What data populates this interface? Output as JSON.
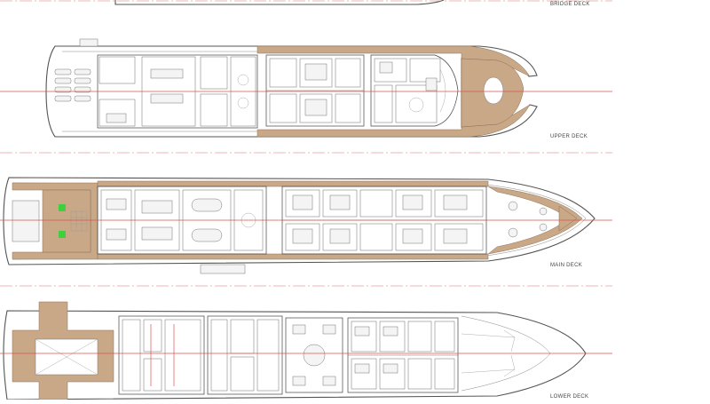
{
  "decks": [
    {
      "id": "bridge",
      "label": "BRIDGE DECK"
    },
    {
      "id": "upper",
      "label": "UPPER DECK"
    },
    {
      "id": "main",
      "label": "MAIN DECK"
    },
    {
      "id": "lower",
      "label": "LOWER DECK"
    }
  ],
  "colors": {
    "deck_wood": "#c9a888",
    "centerline": "#d9534f",
    "marker": "#3fcf3f",
    "linework": "#555555"
  }
}
